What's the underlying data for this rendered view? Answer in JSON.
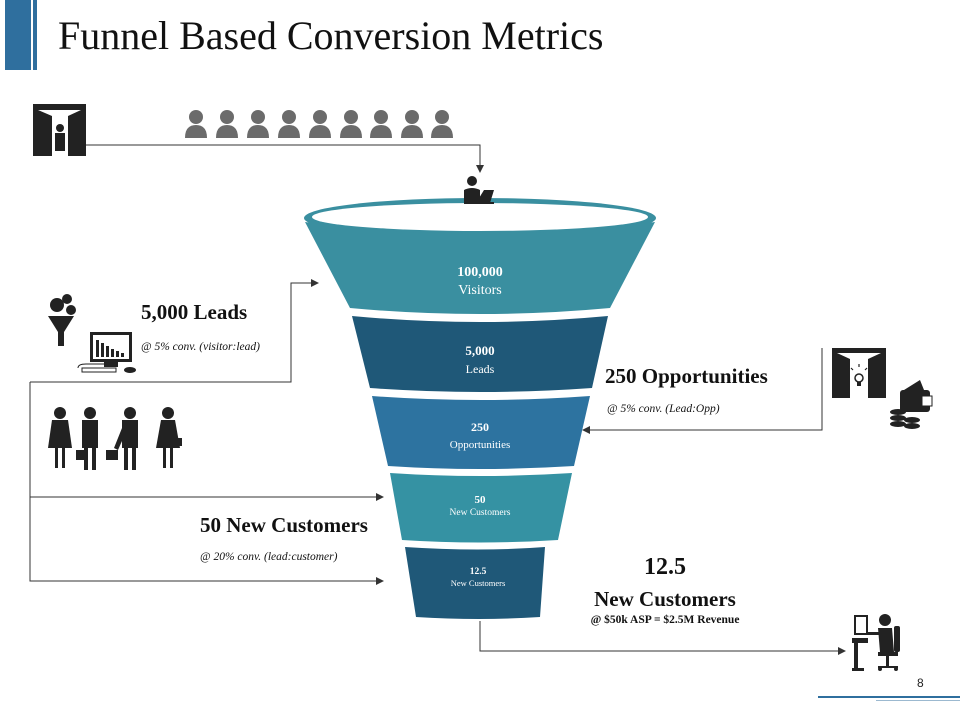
{
  "title": "Funnel Based Conversion Metrics",
  "page_number": "8",
  "colors": {
    "accent": "#2f6f9e",
    "seg1": "#3a8fa0",
    "seg2": "#1f5878",
    "seg3": "#2d73a0",
    "seg4": "#3592a3",
    "seg5": "#1f5878"
  },
  "funnel": [
    {
      "value": "100,000",
      "label": "Visitors"
    },
    {
      "value": "5,000",
      "label": "Leads"
    },
    {
      "value": "250",
      "label": "Opportunities"
    },
    {
      "value": "50",
      "label": "New Customers"
    },
    {
      "value": "12.5",
      "label": "New Customers"
    }
  ],
  "annotations": {
    "leads": {
      "title": "5,000 Leads",
      "sub": "@ 5% conv. (visitor:lead)"
    },
    "opportunities": {
      "title": "250 Opportunities",
      "sub": "@ 5% conv. (Lead:Opp)"
    },
    "new_customers": {
      "title": "50 New Customers",
      "sub": "@ 20% conv. (lead:customer)"
    },
    "revenue": {
      "number": "12.5",
      "title": "New Customers",
      "sub": "@ $50k ASP = $2.5M Revenue"
    }
  },
  "icons": [
    "door-person-icon",
    "crowd-icon",
    "laptop-user-icon",
    "money-funnel-icon",
    "computer-chart-icon",
    "business-people-icon",
    "door-idea-icon",
    "wallet-coins-icon",
    "desk-worker-icon"
  ]
}
